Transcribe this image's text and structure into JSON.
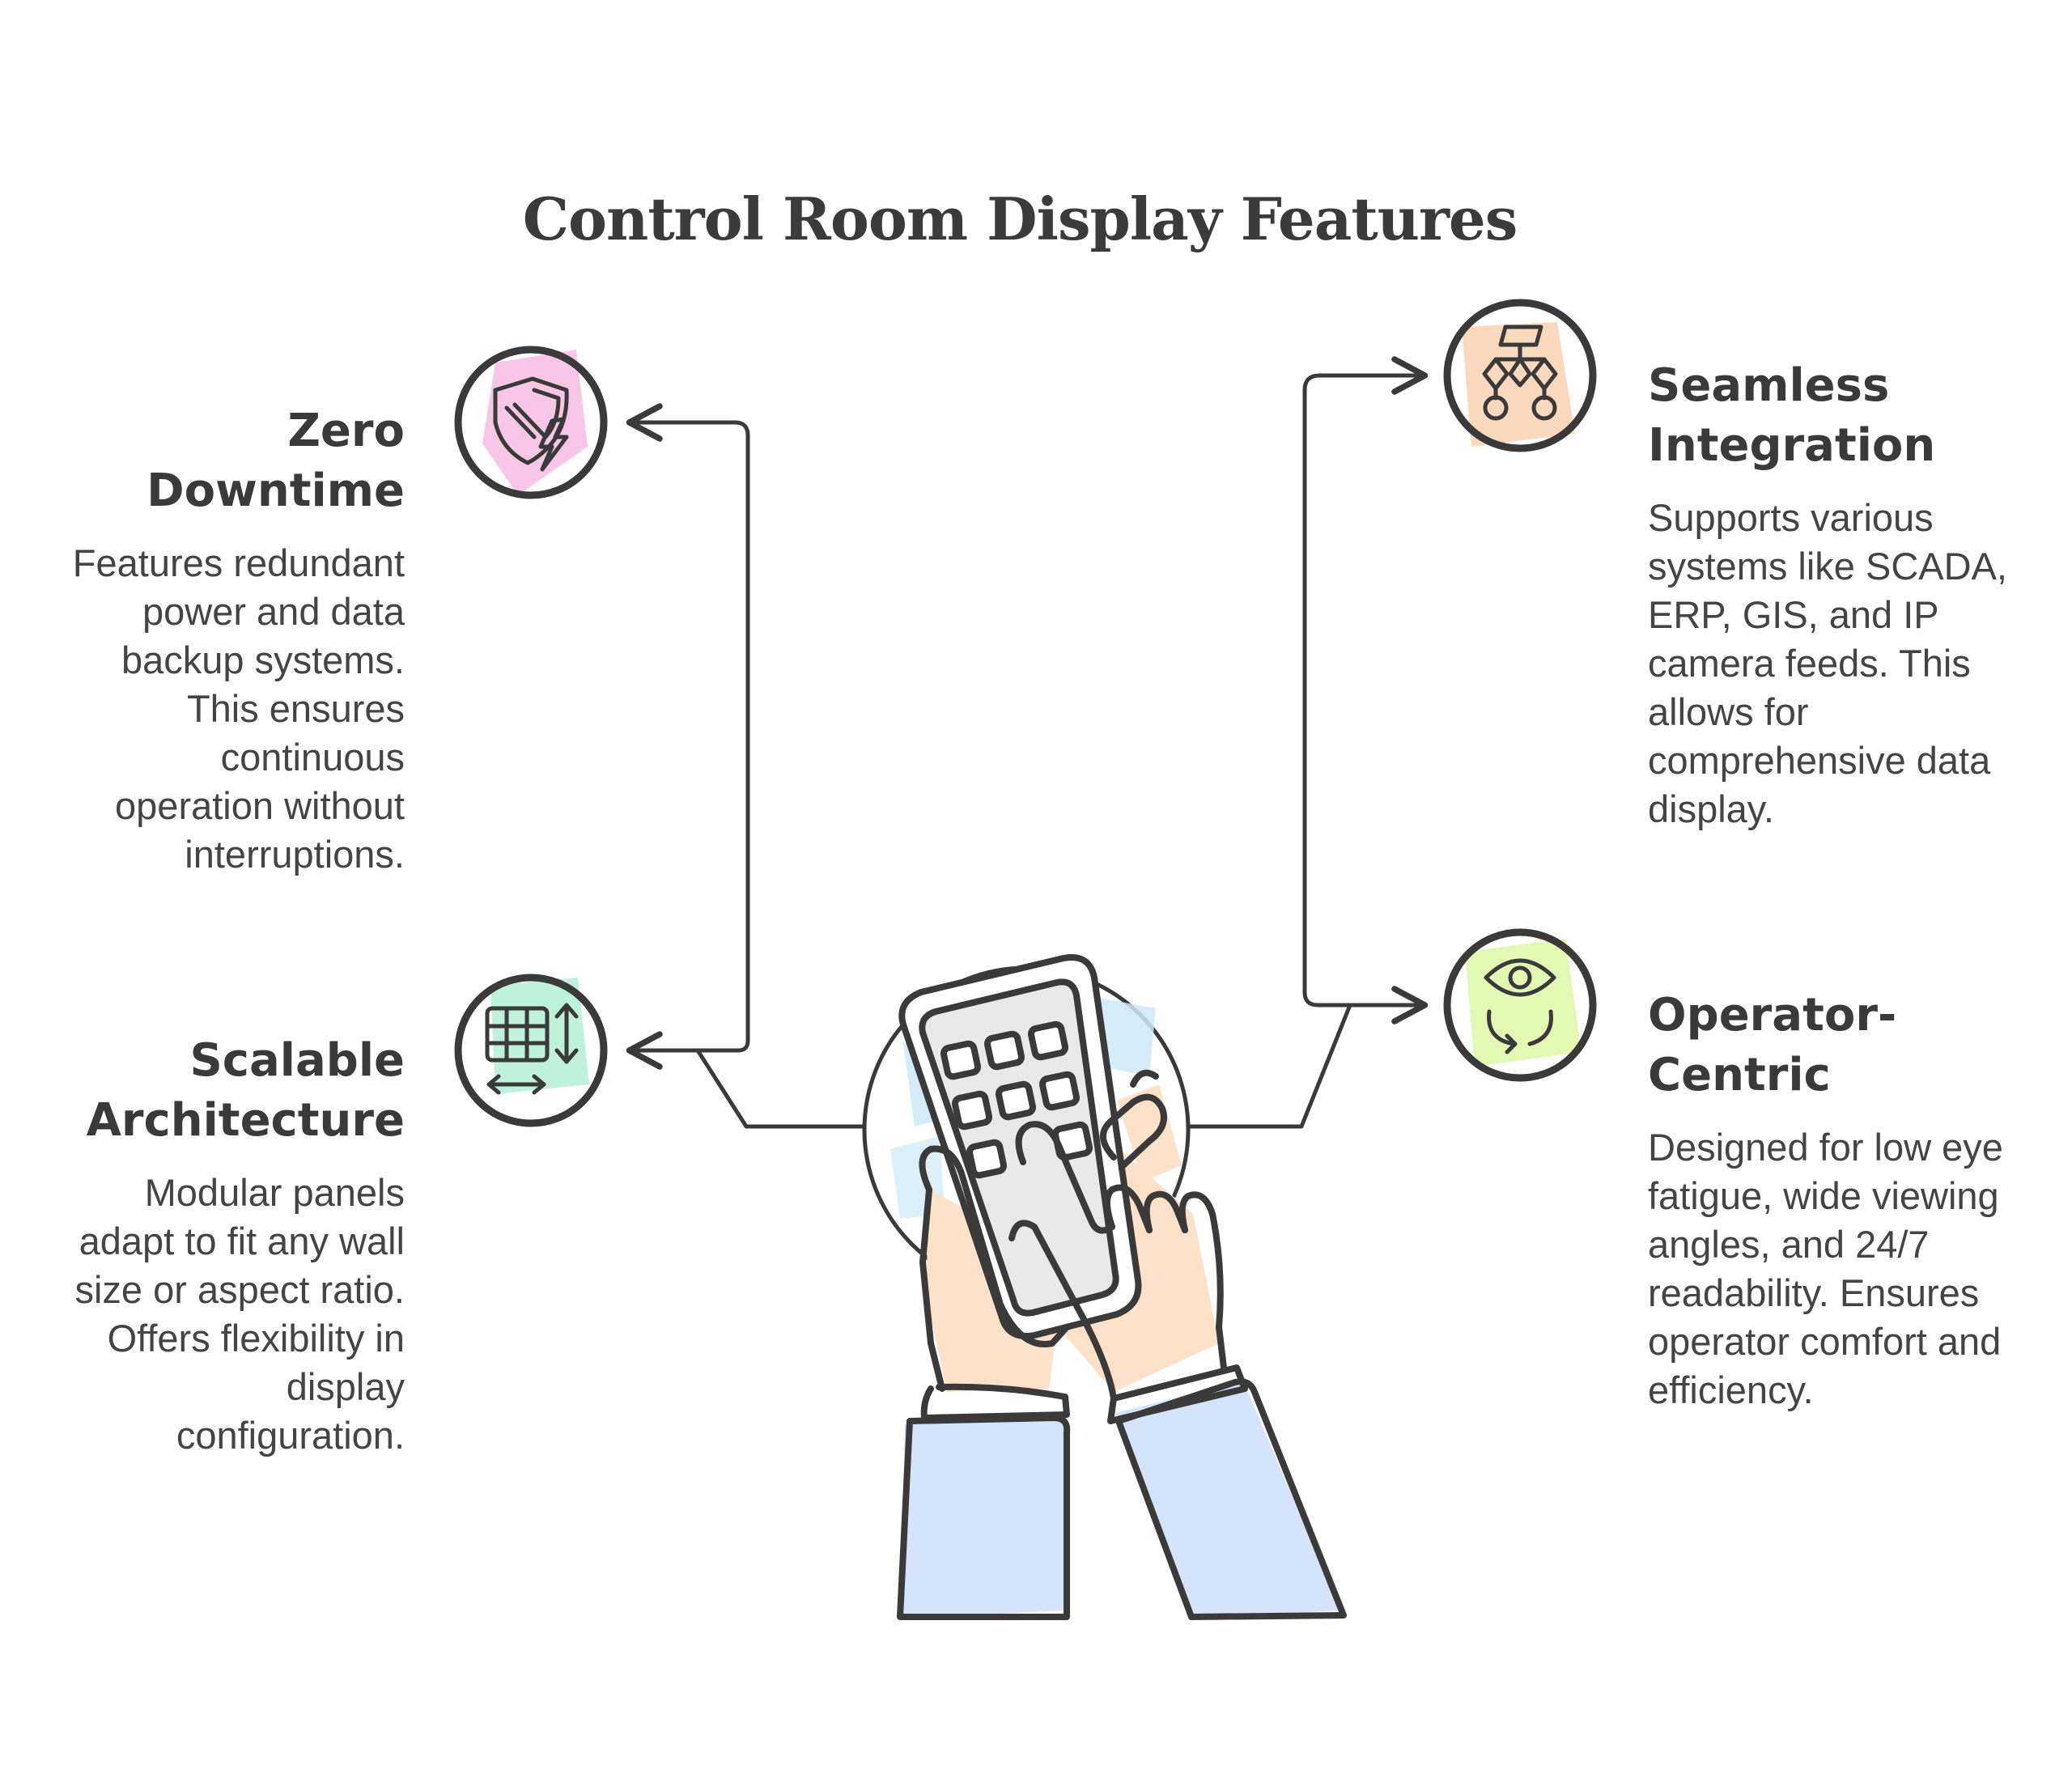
{
  "title": "Control Room Display Features",
  "colors": {
    "ink": "#3a3a3a",
    "pink": "#f8c7e8",
    "mint": "#bff2dc",
    "peach": "#fbd9bd",
    "lime": "#e2f9b4",
    "sleeve": "#d6e4fb",
    "skin": "#fde1c8",
    "sky": "#cdeaf7"
  },
  "features": {
    "zero_downtime": {
      "title": "Zero Downtime",
      "description": "Features redundant power and data backup systems. This ensures continuous operation without interruptions.",
      "icon": "shield-bolt-icon"
    },
    "scalable": {
      "title": "Scalable Architecture",
      "description": "Modular panels adapt to fit any wall size or aspect ratio. Offers flexibility in display configuration.",
      "icon": "grid-resize-icon"
    },
    "seamless": {
      "title": "Seamless Integration",
      "description": "Supports various systems like SCADA, ERP, GIS, and IP camera feeds. This allows for comprehensive data display.",
      "icon": "flowchart-icon"
    },
    "operator": {
      "title": "Operator-Centric",
      "description": "Designed for low eye fatigue, wide viewing angles, and 24/7 readability. Ensures operator comfort and efficiency.",
      "icon": "eye-cycle-icon"
    }
  },
  "center_illustration": "hand-remote-control-icon"
}
